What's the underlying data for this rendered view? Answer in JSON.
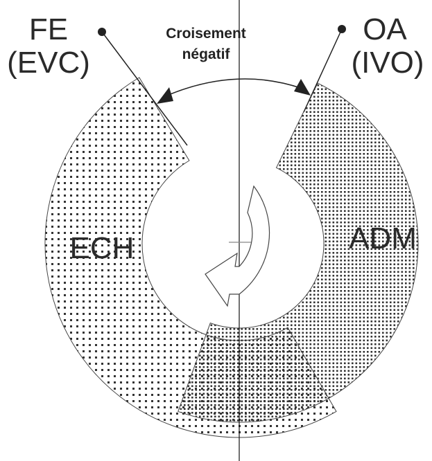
{
  "labels": {
    "fe": "FE",
    "evc": "(EVC)",
    "oa": "OA",
    "ivo": "(IVO)",
    "ech": "ECH",
    "adm": "ADM",
    "cross_line1": "Croisement",
    "cross_line2": "négatif"
  },
  "colors": {
    "stroke": "#333333",
    "dot": "#222222"
  }
}
